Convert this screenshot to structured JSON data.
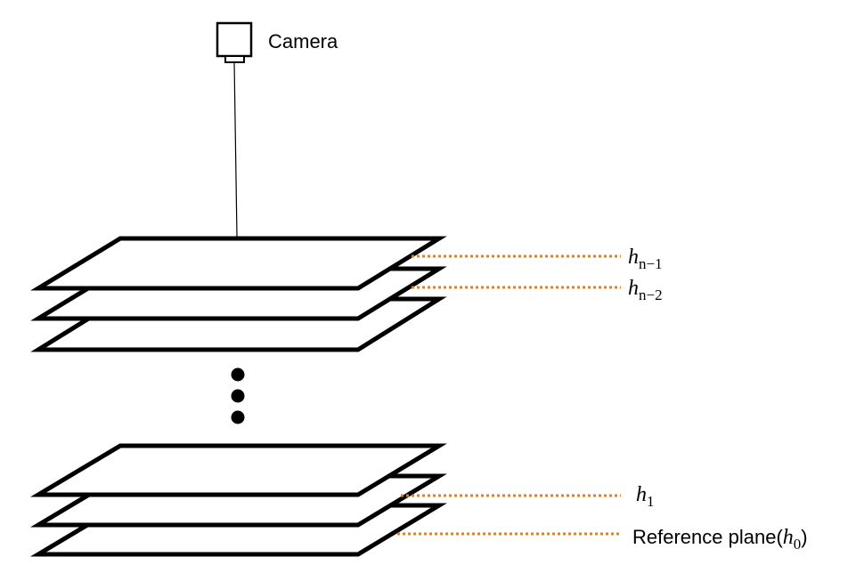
{
  "camera": {
    "label": "Camera",
    "icon": "camera-icon"
  },
  "levels": {
    "top": {
      "base": "h",
      "sub": "n−1"
    },
    "second": {
      "base": "h",
      "sub": "n−2"
    },
    "first": {
      "base": "h",
      "sub": "1"
    },
    "reference": {
      "prefix": "Reference plane(",
      "base": "h",
      "sub": "0",
      "suffix": ")"
    }
  },
  "colors": {
    "leader": "#d0843a",
    "outline": "#000000"
  }
}
